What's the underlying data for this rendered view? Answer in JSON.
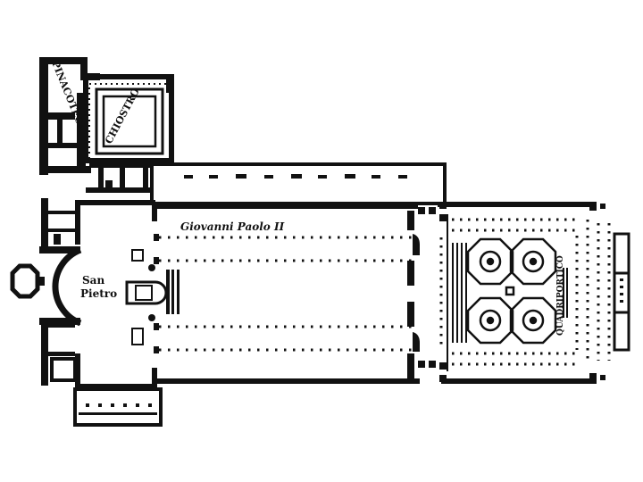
{
  "labels": {
    "pinacoteca": "PINACOTECA",
    "chiostro": "CHIOSTRO",
    "giovanni_paolo": "Giovanni Paolo II",
    "san_pietro_line1": "San",
    "san_pietro_line2": "Pietro",
    "quadriportico": "QUADRIPORTICO"
  },
  "colors": {
    "ink": "#111111",
    "paper": "#ffffff"
  }
}
